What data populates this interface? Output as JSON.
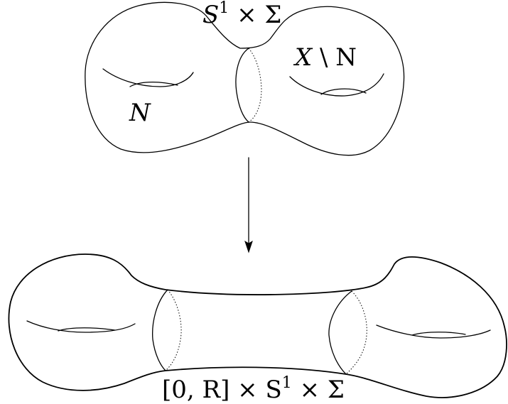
{
  "top_surface": {
    "neck_label": {
      "S": "S",
      "sup": "1",
      "rest": " × Σ"
    },
    "left_label": "N",
    "right_label": {
      "X": "X",
      "rest": " \\ N"
    }
  },
  "bottom_surface": {
    "neck_label": {
      "prefix": "[0, R] × S",
      "sup": "1",
      "rest": " × Σ"
    }
  },
  "arrow": {
    "direction": "down"
  }
}
